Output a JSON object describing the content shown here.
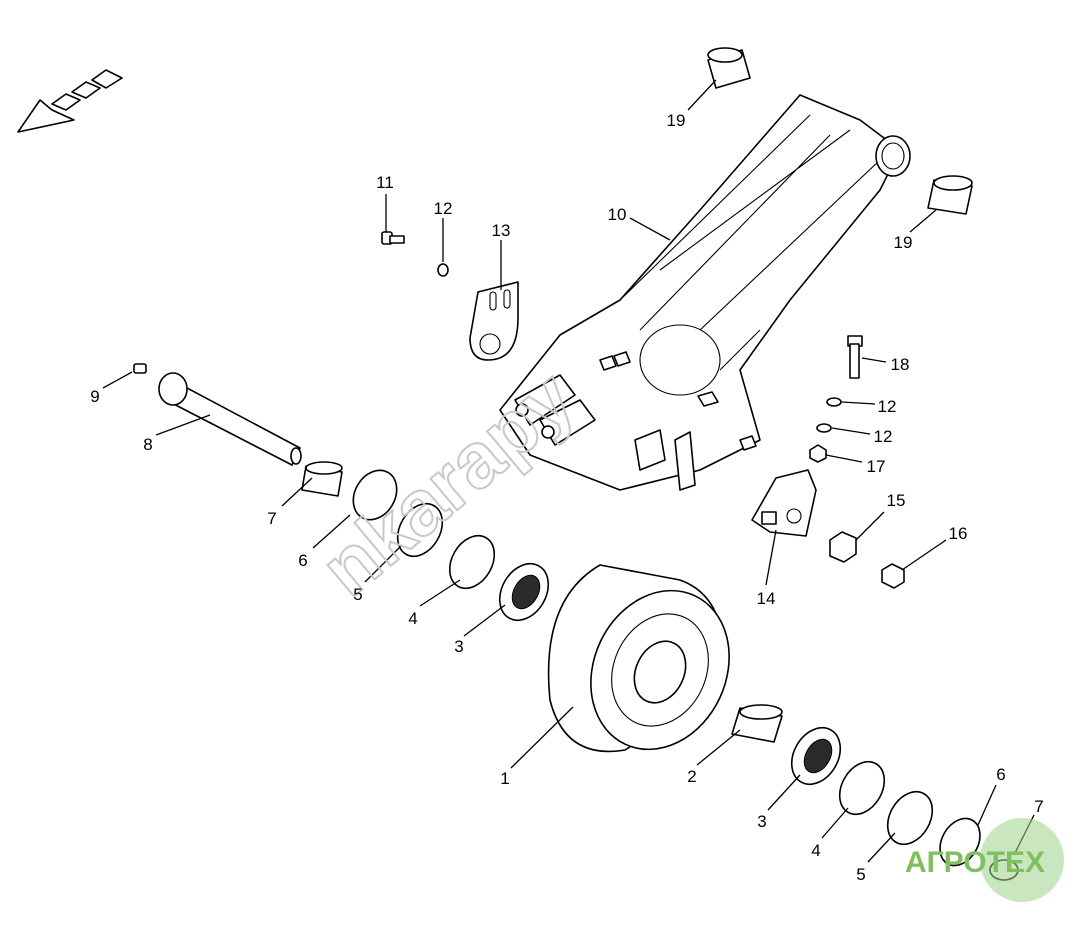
{
  "callouts": [
    "1",
    "2",
    "3",
    "3",
    "4",
    "4",
    "5",
    "5",
    "6",
    "6",
    "7",
    "7",
    "8",
    "9",
    "10",
    "11",
    "12",
    "12",
    "12",
    "13",
    "14",
    "15",
    "16",
    "17",
    "18",
    "19",
    "19"
  ],
  "watermark": "nkarapy",
  "logo": "АГРОТЕХ",
  "colors": {
    "line": "#000000",
    "watermark": "#c8c8c8",
    "logo": "#7fbf5f"
  }
}
